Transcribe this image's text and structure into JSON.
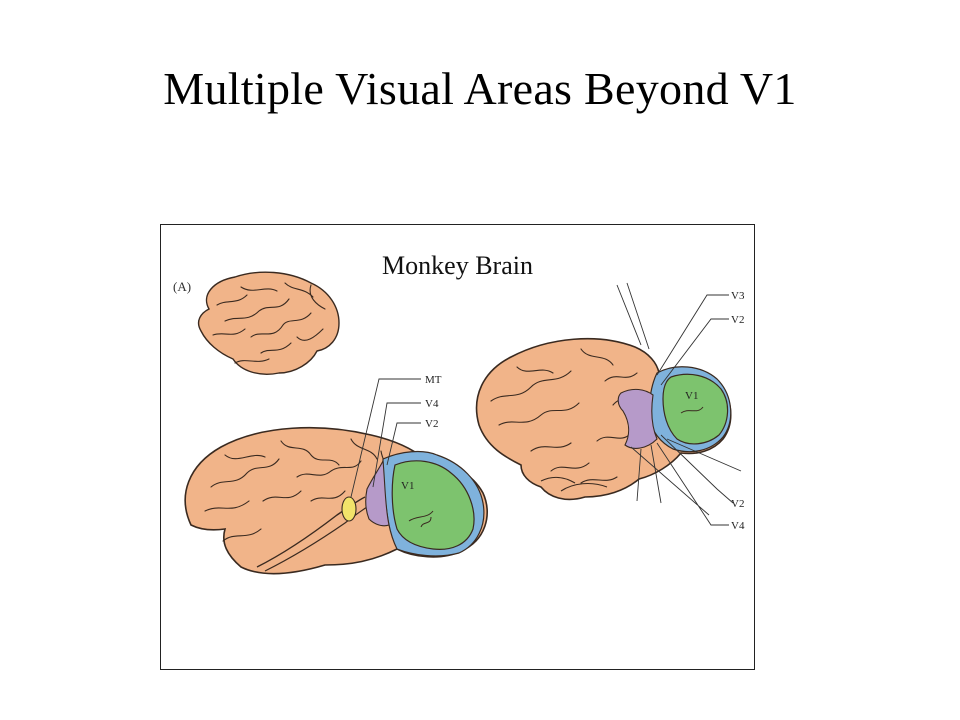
{
  "slide": {
    "title": "Multiple Visual Areas Beyond V1"
  },
  "figure": {
    "caption": "Monkey Brain",
    "panel_label": "(A)",
    "lateral_view": {
      "labels": {
        "mt": "MT",
        "v4": "V4",
        "v2": "V2",
        "v1": "V1"
      }
    },
    "posterior_view": {
      "labels": {
        "v3": "V3",
        "v2_top": "V2",
        "v1": "V1",
        "v2_bottom": "V2",
        "v4": "V4"
      }
    }
  },
  "colors": {
    "cortex": "#f1b489",
    "cortex_outline": "#3a2a20",
    "v1": "#7dc36e",
    "v2": "#7fb2dc",
    "v4": "#b69ac9",
    "mt": "#f2e36a"
  }
}
